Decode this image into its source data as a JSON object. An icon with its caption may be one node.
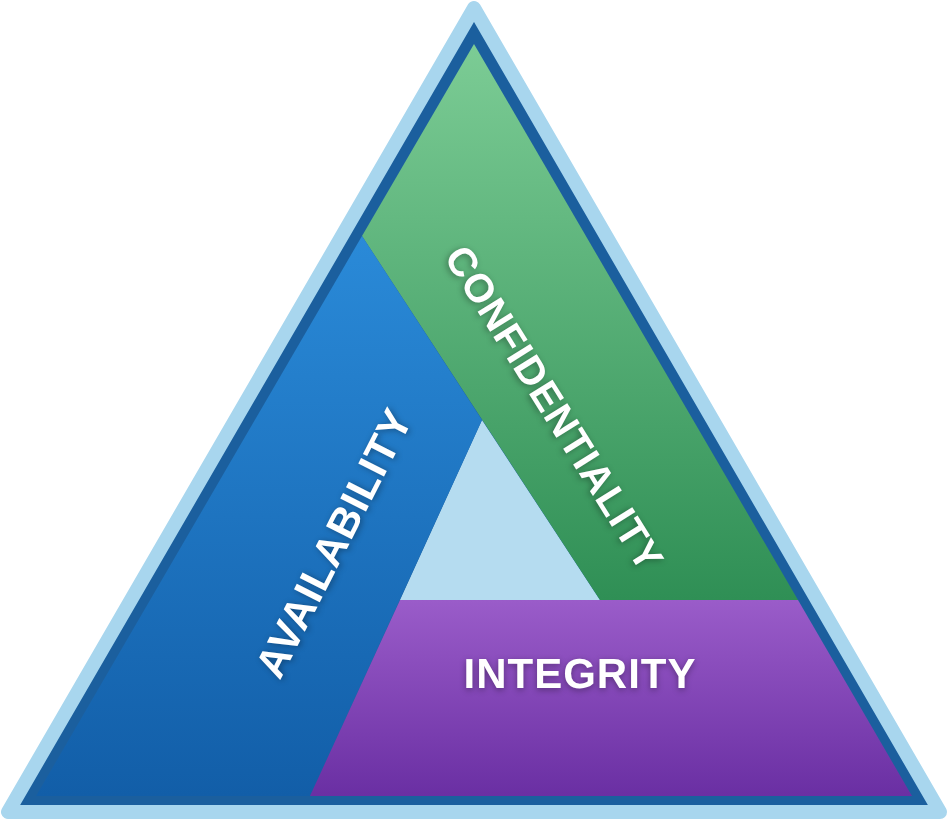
{
  "diagram": {
    "nodes": [
      {
        "text": [
          "CONFIDENTIALITY"
        ]
      },
      {
        "text": [
          "AVAILABILITY"
        ]
      },
      {
        "text": [
          "INTEGRITY"
        ]
      }
    ]
  }
}
